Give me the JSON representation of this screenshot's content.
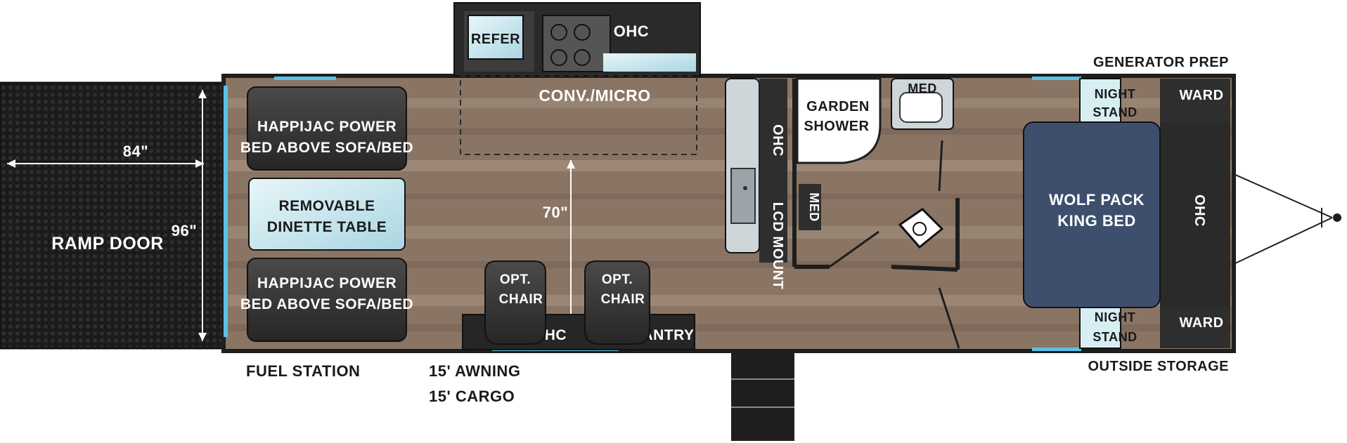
{
  "floorplan": {
    "ramp_door": "RAMP DOOR",
    "ramp_width": "84\"",
    "ramp_height": "96\"",
    "sofa_bed_top": [
      "HAPPIJAC POWER",
      "BED ABOVE SOFA/BED"
    ],
    "sofa_bed_bottom": [
      "HAPPIJAC POWER",
      "BED ABOVE SOFA/BED"
    ],
    "dinette": [
      "REMOVABLE",
      "DINETTE TABLE"
    ],
    "refer": "REFER",
    "slide_ohc": "OHC",
    "conv_micro": "CONV./MICRO",
    "floor_dim": "70\"",
    "opt_chair_left": [
      "OPT.",
      "CHAIR"
    ],
    "opt_chair_right": [
      "OPT.",
      "CHAIR"
    ],
    "pantry_ohc": "OHC",
    "pantry": "PANTRY",
    "kitchen_ohc": "OHC",
    "lcd_mount": "LCD MOUNT",
    "med_bath": "MED",
    "garden_shower": [
      "GARDEN",
      "SHOWER"
    ],
    "med_top": "MED",
    "generator_prep": "GENERATOR PREP",
    "night_stand_top": [
      "NIGHT",
      "STAND"
    ],
    "ward_top": "WARD",
    "bed": [
      "WOLF PACK",
      "KING BED"
    ],
    "bed_ohc": "OHC",
    "night_stand_bottom": [
      "NIGHT",
      "STAND"
    ],
    "ward_bottom": "WARD",
    "outside_storage": "OUTSIDE STORAGE",
    "fuel_station": "FUEL STATION",
    "awning": "15' AWNING",
    "cargo": "15' CARGO"
  },
  "colors": {
    "wall": "#2a2a2a",
    "floor": "#8a7565",
    "floor_stripe": "#a48f7e",
    "ramp": "#1e1e1e",
    "cushion": "#3a3a3a",
    "bed": "#3e4f6e",
    "window": "#5bc2e7",
    "counter": "#cfd6da",
    "ice": "#d7eef2"
  }
}
